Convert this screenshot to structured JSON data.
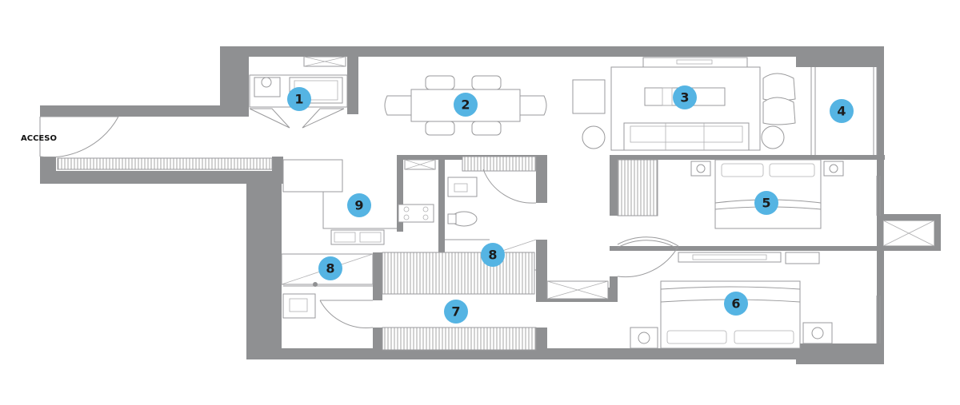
{
  "entrance_label": "ACCESO",
  "rooms": [
    {
      "id": "kitchen-area",
      "number": "1"
    },
    {
      "id": "dining",
      "number": "2"
    },
    {
      "id": "living",
      "number": "3"
    },
    {
      "id": "balcony",
      "number": "4"
    },
    {
      "id": "bedroom-a",
      "number": "5"
    },
    {
      "id": "bedroom-b",
      "number": "6"
    },
    {
      "id": "hall",
      "number": "7"
    },
    {
      "id": "bathroom-a",
      "number": "8"
    },
    {
      "id": "bathroom-b",
      "number": "8"
    },
    {
      "id": "kitchen",
      "number": "9"
    }
  ],
  "colors": {
    "wall": "#8f9092",
    "badge": "#55b4e3",
    "line": "#9a9a9c"
  }
}
